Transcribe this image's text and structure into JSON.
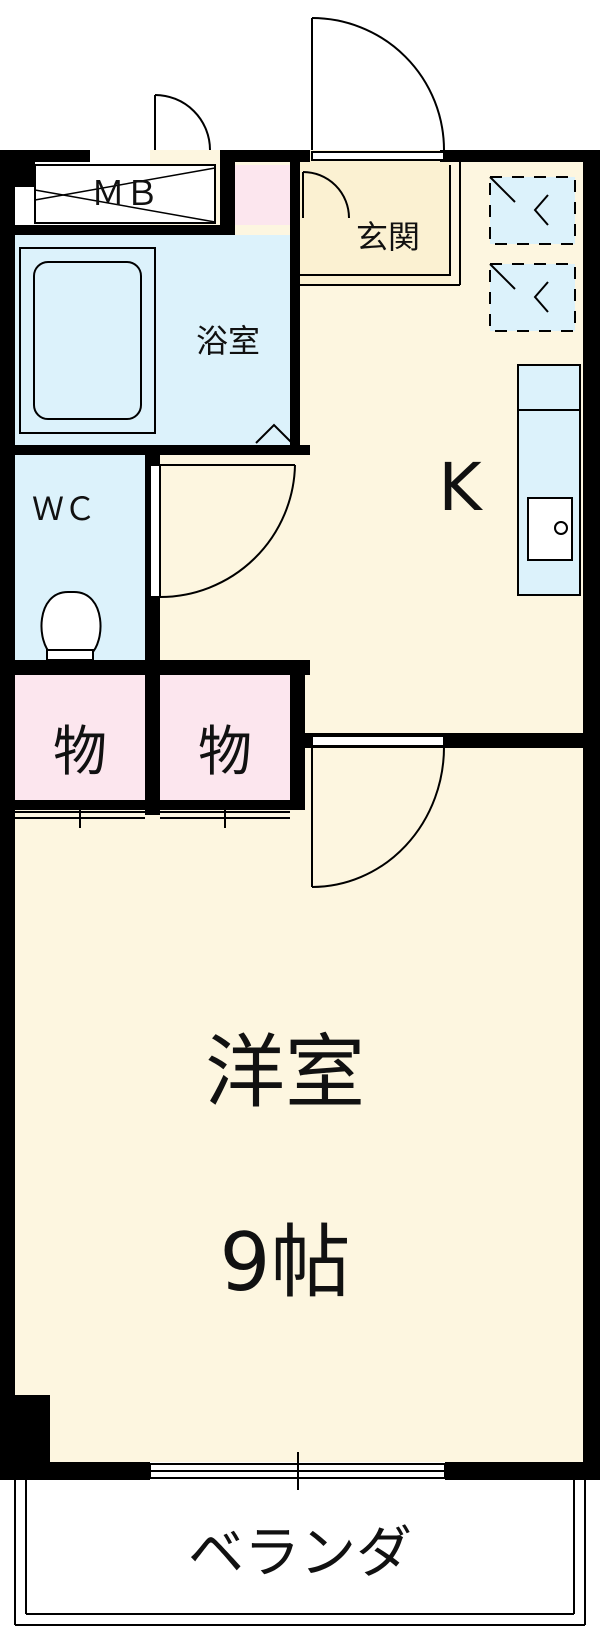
{
  "colors": {
    "wall": "#000000",
    "room": "#fdf6e0",
    "wet": "#dcf2fb",
    "storage": "#fce6ee",
    "veranda": "#ffffff"
  },
  "labels": {
    "mb": "ＭＢ",
    "genkan": "玄関",
    "bath": "浴室",
    "wc": "ＷＣ",
    "kitchen": "K",
    "storage_left": "物",
    "storage_right": "物",
    "western_room": "洋室",
    "western_size": "9帖",
    "veranda": "ベランダ"
  }
}
